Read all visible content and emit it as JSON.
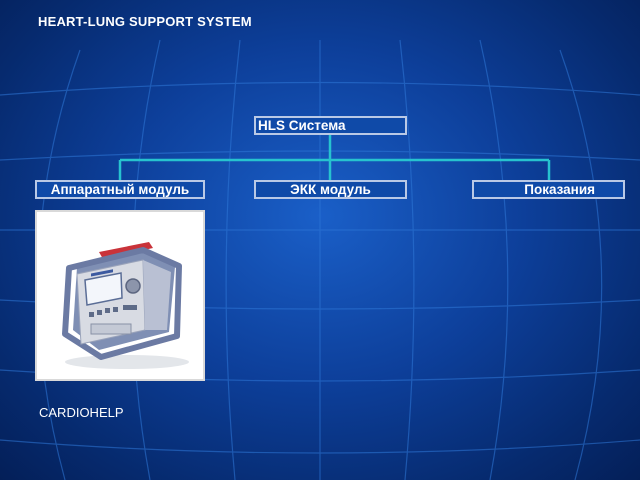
{
  "header": {
    "title": "HEART-LUNG SUPPORT SYSTEM"
  },
  "diagram": {
    "root": "HLS Система",
    "children": [
      "Аппаратный модуль",
      "ЭКК модуль",
      "Показания"
    ]
  },
  "device": {
    "caption": "CARDIOHELP",
    "image_icon": "heart-lung-device-icon"
  },
  "colors": {
    "background": "#0d3f9a",
    "box_fill": "#0f4aa8",
    "box_border": "#b9c9e6",
    "connector": "#27c3cf"
  }
}
